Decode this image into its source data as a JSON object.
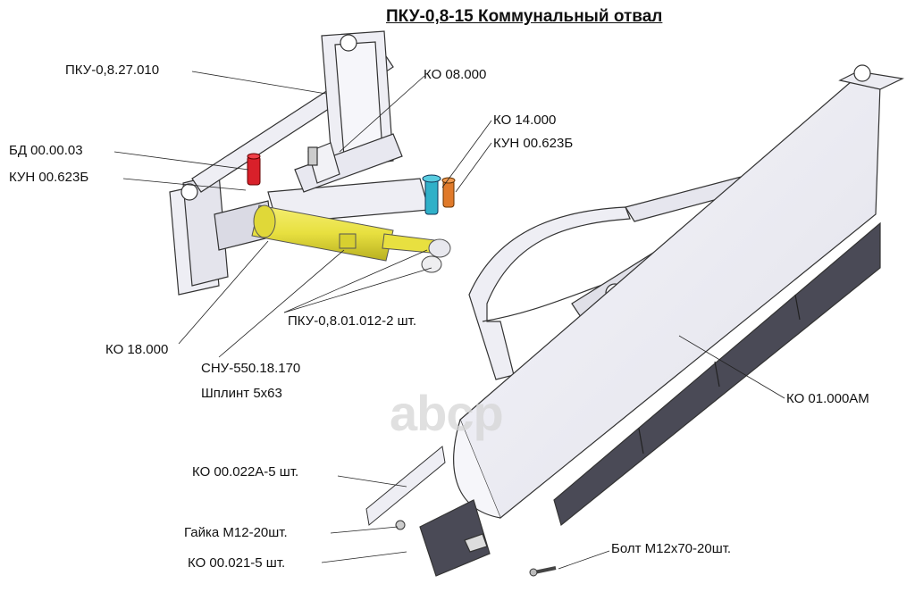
{
  "title": "ПКУ-0,8-15 Коммунальный отвал",
  "watermark": "abcp",
  "labels": {
    "pku_27_010": "ПКУ-0,8.27.010",
    "ko_08_000": "КО 08.000",
    "ko_14_000": "КО 14.000",
    "kun_00_623b_right": "КУН 00.623Б",
    "bd_00_00_03": "БД 00.00.03",
    "kun_00_623b_left": "КУН  00.623Б",
    "pku_01_012": "ПКУ-0,8.01.012-2 шт.",
    "ko_18_000": "КО 18.000",
    "snu_550": "СНУ-550.18.170",
    "shplint": "Шплинт 5х63",
    "ko_01_000am": "КО 01.000АМ",
    "ko_00_022a": "КО 00.022А-5 шт.",
    "gaika": "Гайка М12-20шт.",
    "ko_00_021": "КО 00.021-5 шт.",
    "bolt": "Болт М12х70-20шт."
  },
  "colors": {
    "cylinder": "#e8e040",
    "red_part": "#d8202a",
    "cyan_part": "#30b0c8",
    "orange_part": "#e07a2a",
    "frame": "#eeeef4",
    "knife": "#4a4a56"
  }
}
